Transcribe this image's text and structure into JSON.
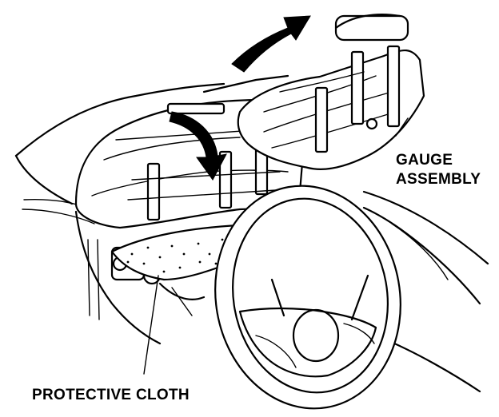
{
  "labels": {
    "gauge_line1": "GAUGE",
    "gauge_line2": "ASSEMBLY",
    "protective_cloth": "PROTECTIVE CLOTH"
  },
  "colors": {
    "ink": "#000000",
    "paper": "#ffffff"
  },
  "icons": {
    "removal_arrow": "curved-arrow-up-right",
    "tilt_arrow": "curved-arrow-down"
  }
}
